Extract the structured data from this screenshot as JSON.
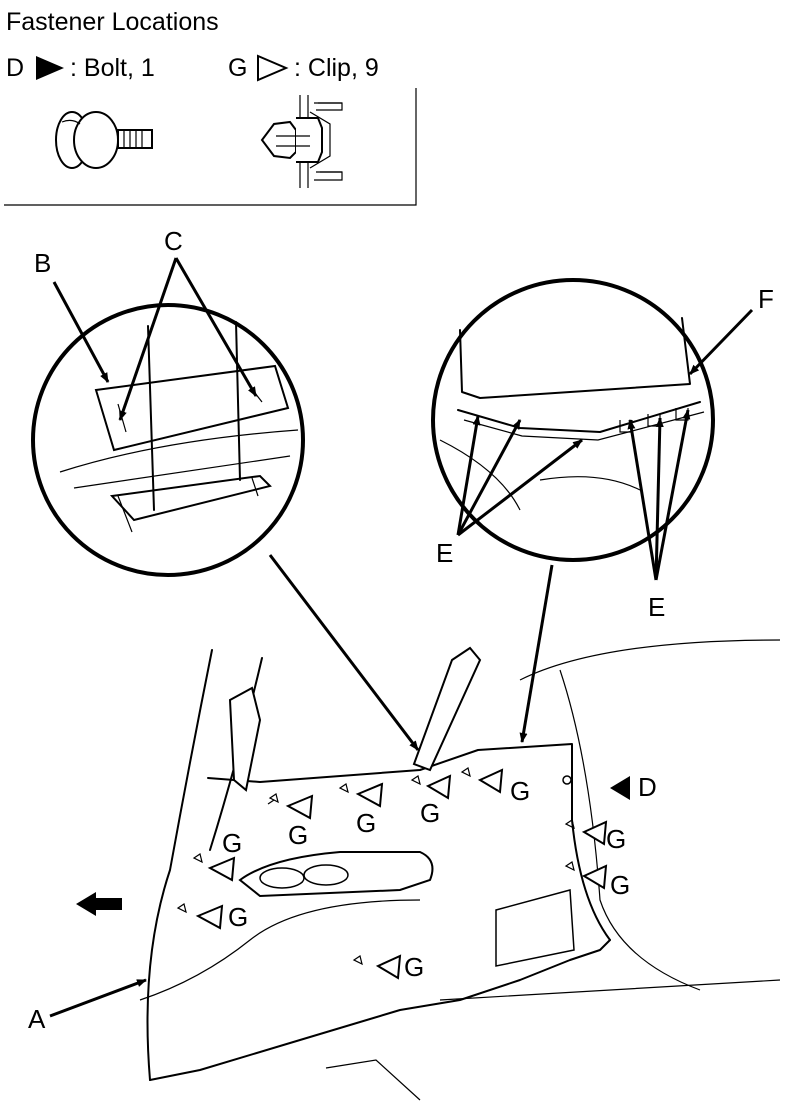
{
  "title": "Fastener Locations",
  "legend": {
    "bolt": {
      "letter": "D",
      "text": ": Bolt, 1",
      "icon": "filled-triangle-icon"
    },
    "clip": {
      "letter": "G",
      "text": ": Clip, 9",
      "icon": "outline-triangle-icon"
    }
  },
  "callouts": {
    "a": "A",
    "b": "B",
    "c": "C",
    "d": "D",
    "e1": "E",
    "e2": "E",
    "f": "F"
  },
  "clip_label": "G",
  "clip_count": 9
}
